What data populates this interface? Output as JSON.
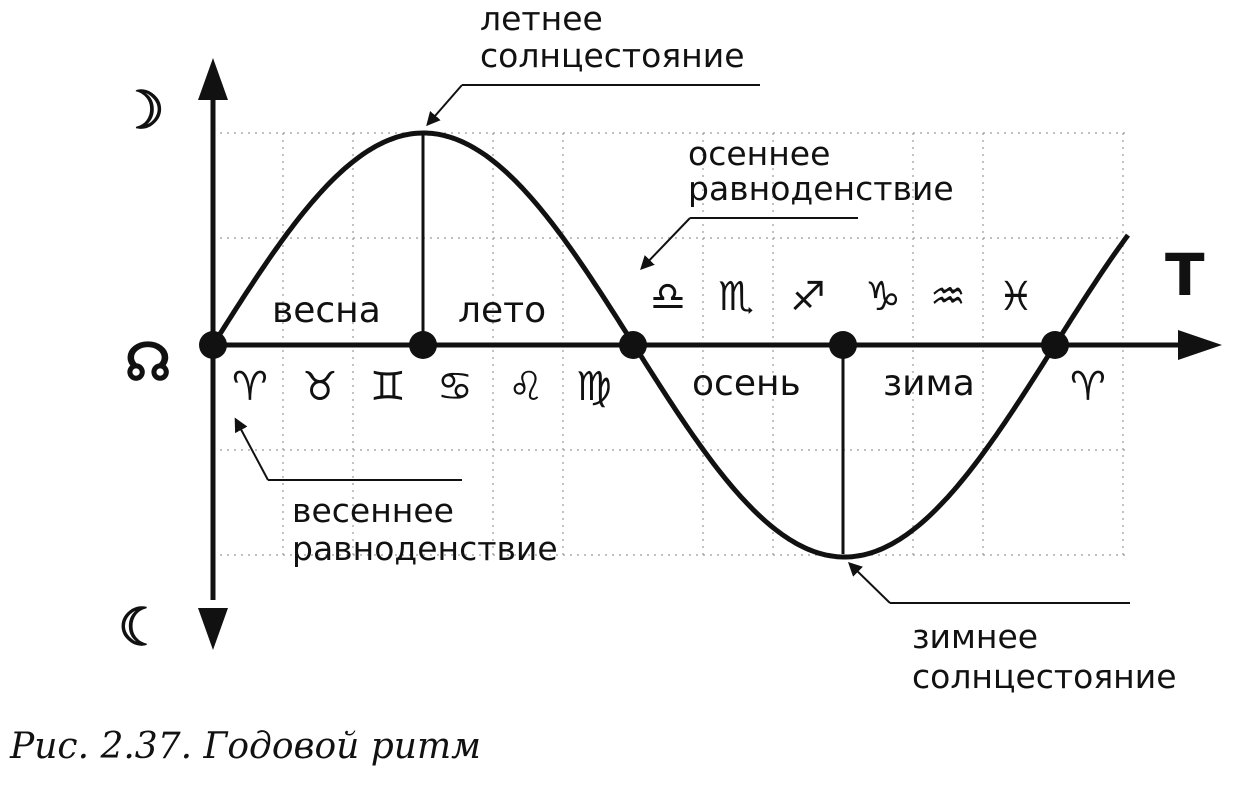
{
  "axis": {
    "time_label": "T"
  },
  "moon_symbols": {
    "top": "☽",
    "middle": "☊",
    "bottom": "☾"
  },
  "seasons": {
    "spring": "весна",
    "summer": "лето",
    "autumn": "осень",
    "winter": "зима"
  },
  "events": {
    "summer_solstice": [
      "летнее",
      "солнцестояние"
    ],
    "autumn_equinox": [
      "осеннее",
      "равноденствие"
    ],
    "spring_equinox": [
      "весеннее",
      "равноденствие"
    ],
    "winter_solstice": [
      "зимнее",
      "солнцестояние"
    ]
  },
  "zodiac": {
    "below_axis": [
      "♈",
      "♉",
      "♊",
      "♋",
      "♌",
      "♍"
    ],
    "above_axis": [
      "♎",
      "♏",
      "♐",
      "♑",
      "♒",
      "♓"
    ],
    "final": "♈"
  },
  "caption": "Рис. 2.37. Годовой ритм",
  "colors": {
    "ink": "#111111",
    "grid": "#9a9a9a"
  }
}
